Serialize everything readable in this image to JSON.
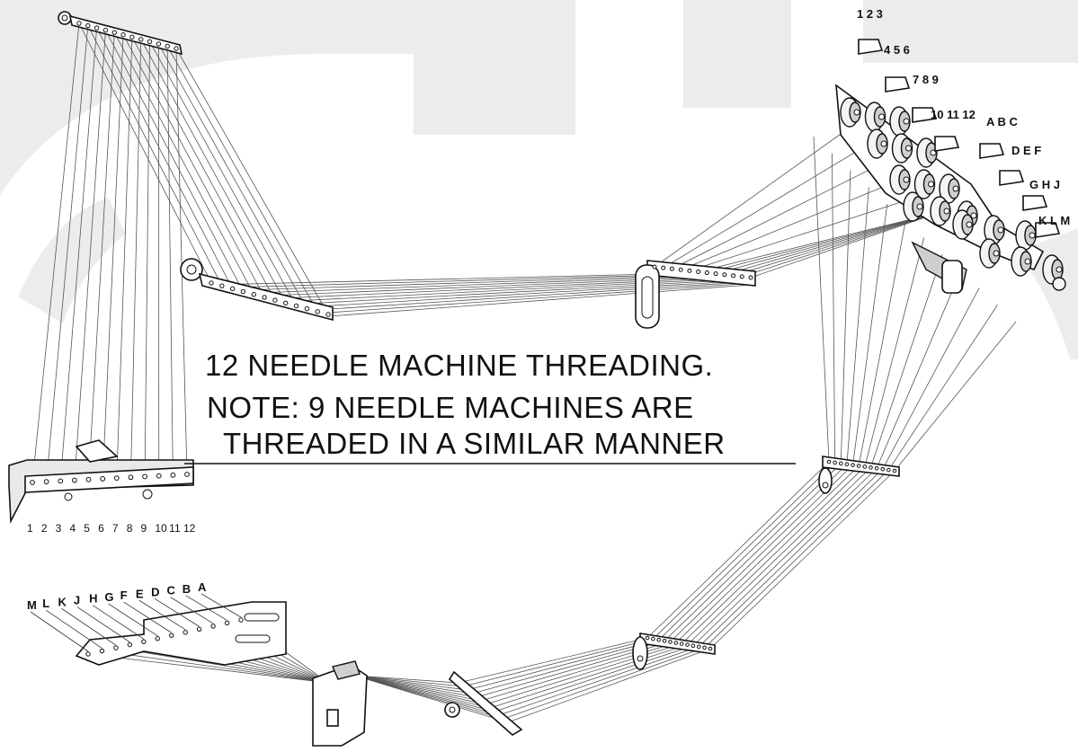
{
  "diagram": {
    "note_lines": [
      "12 NEEDLE MACHINE THREADING.",
      "NOTE: 9 NEEDLE MACHINES ARE",
      "THREADED IN A SIMILAR MANNER"
    ],
    "needle_numbers": [
      "1",
      "2",
      "3",
      "4",
      "5",
      "6",
      "7",
      "8",
      "9",
      "10",
      "11",
      "12"
    ],
    "tension_labels_upper": [
      "1 2 3",
      "4 5 6",
      "7 8 9",
      "10 11 12"
    ],
    "tension_labels_lower": [
      "A B C",
      "D E F",
      "G H J",
      "K L M"
    ],
    "looper_labels": [
      "M",
      "L",
      "K",
      "J",
      "H",
      "G",
      "F",
      "E",
      "D",
      "C",
      "B",
      "A"
    ]
  }
}
